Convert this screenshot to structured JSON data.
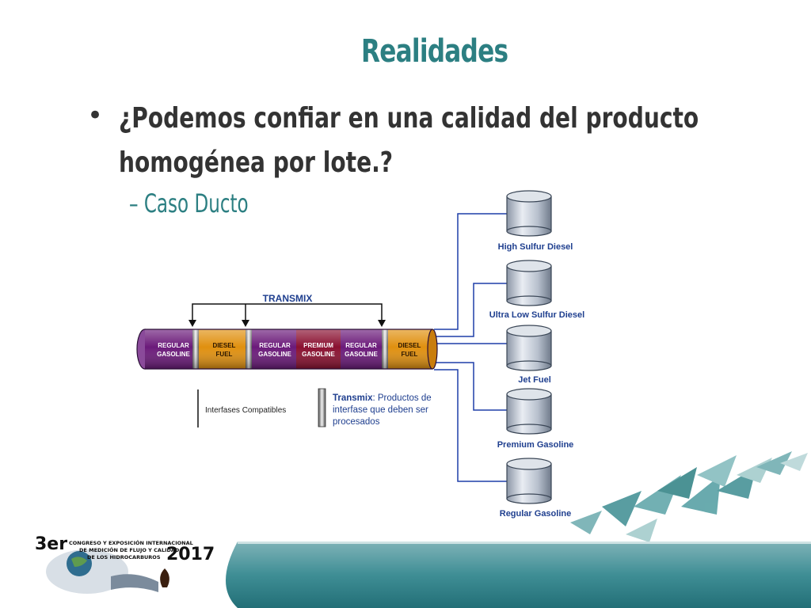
{
  "slide": {
    "title": "Realidades",
    "bullet_line1": "¿Podemos confiar en una calidad del producto",
    "bullet_line2": "homogénea por lote.?",
    "sub_bullet": "– Caso Ducto"
  },
  "diagram": {
    "transmix_label": "TRANSMIX",
    "pipeline_segments": [
      {
        "line1": "REGULAR",
        "line2": "GASOLINE",
        "color": "#6b1a7a"
      },
      {
        "line1": "DIESEL",
        "line2": "FUEL",
        "color": "#e0900f"
      },
      {
        "line1": "REGULAR",
        "line2": "GASOLINE",
        "color": "#6b1a7a"
      },
      {
        "line1": "PREMIUM",
        "line2": "GASOLINE",
        "color": "#8a1030"
      },
      {
        "line1": "REGULAR",
        "line2": "GASOLINE",
        "color": "#6b1a7a"
      },
      {
        "line1": "DIESEL",
        "line2": "FUEL",
        "color": "#e0900f"
      }
    ],
    "tanks": [
      {
        "label": "High Sulfur Diesel"
      },
      {
        "label": "Ultra Low Sulfur Diesel"
      },
      {
        "label": "Jet Fuel"
      },
      {
        "label": "Premium Gasoline"
      },
      {
        "label": "Regular Gasoline"
      }
    ],
    "legend_compatible": "Interfases Compatibles",
    "legend_transmix_bold": "Transmix",
    "legend_transmix_line1": ": Productos de",
    "legend_transmix_line2": "interfase que deben ser",
    "legend_transmix_line3": "procesados"
  },
  "footer": {
    "logo_3er": "3er",
    "logo_line1": "CONGRESO Y EXPOSICIÓN INTERNACIONAL",
    "logo_line2": "DE MEDICIÓN DE FLUJO Y CALIDAD",
    "logo_line3": "DE LOS HIDROCARBUROS",
    "logo_year": "2017"
  },
  "colors": {
    "accent": "#2c7f82",
    "pipe_line": "#1f3fa8"
  }
}
